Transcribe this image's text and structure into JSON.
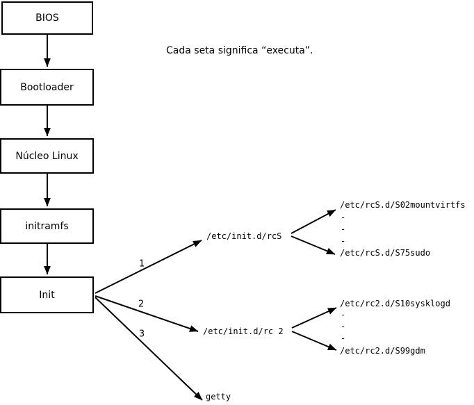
{
  "note": "Cada seta significa “executa”.",
  "boxes": [
    {
      "id": "bios",
      "label": "BIOS"
    },
    {
      "id": "bootloader",
      "label": "Bootloader"
    },
    {
      "id": "kernel",
      "label": "Núcleo Linux"
    },
    {
      "id": "initramfs",
      "label": "initramfs"
    },
    {
      "id": "init",
      "label": "Init"
    }
  ],
  "edge_labels": [
    "1",
    "2",
    "3"
  ],
  "runlevels": {
    "rcS": {
      "script": "/etc/init.d/rcS",
      "children": [
        "/etc/rcS.d/S02mountvirtfs",
        "/etc/rcS.d/S75sudo"
      ],
      "ellipsis": [
        "-",
        "-",
        "-"
      ]
    },
    "rc2": {
      "script": "/etc/init.d/rc 2",
      "children": [
        "/etc/rc2.d/S10sysklogd",
        "/etc/rc2.d/S99gdm"
      ],
      "ellipsis": [
        "-",
        "-",
        "-"
      ]
    },
    "getty": {
      "script": "getty"
    }
  },
  "colors": {
    "line": "#000000",
    "background": "#ffffff",
    "text": "#000000"
  }
}
